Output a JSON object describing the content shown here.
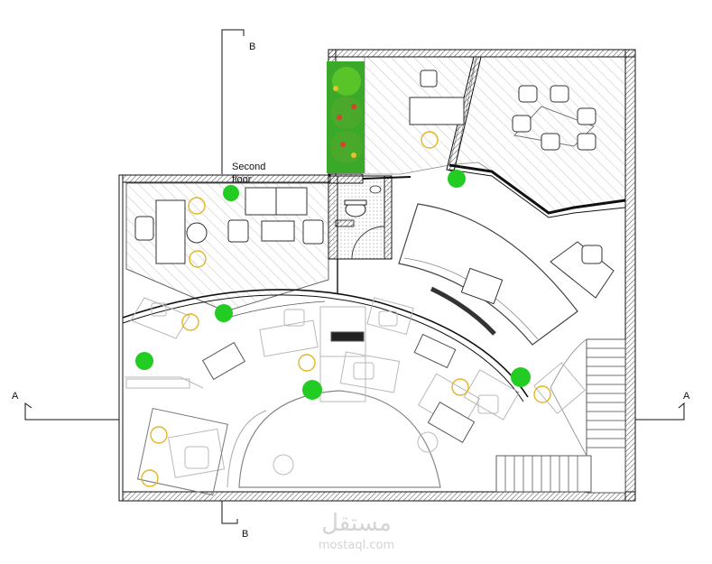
{
  "floor_label_line1": "Second",
  "floor_label_line2": "floor",
  "section_labels": {
    "a_left": "A",
    "a_right": "A",
    "b_top": "B",
    "b_bottom": "B"
  },
  "watermark": {
    "arabic": "مستقل",
    "latin": "mostaql.com"
  },
  "colors": {
    "wall": "#1a1a1a",
    "hatch": "#9a9a9a",
    "furniture": "#555555",
    "light_furniture": "#b8b8b8",
    "chair_yellow": "#e6b422",
    "plant_green": "#22cc22",
    "tree_red": "#d8432c"
  }
}
